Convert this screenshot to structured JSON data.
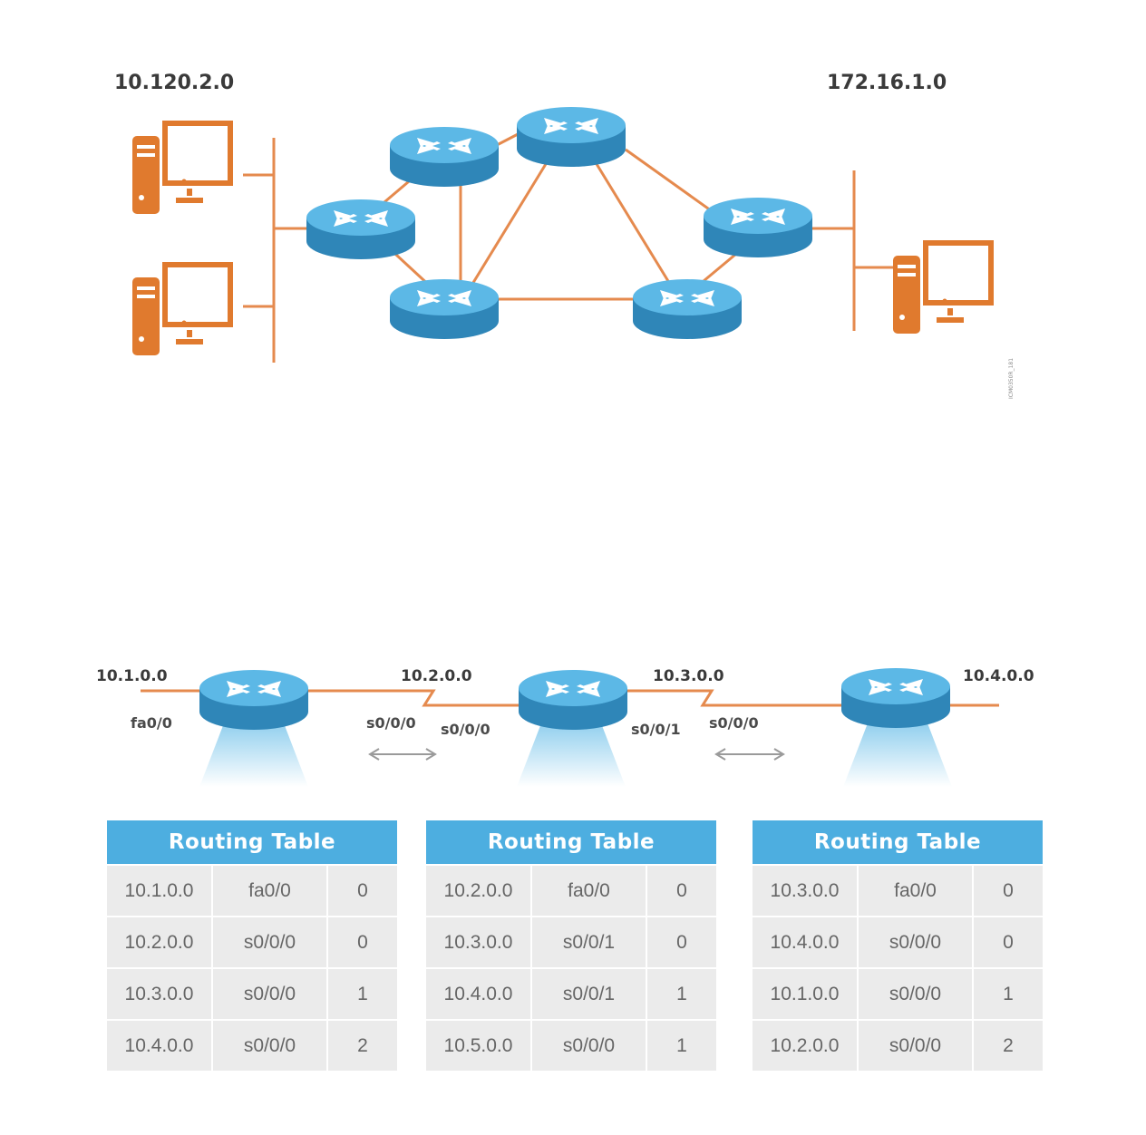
{
  "topology": {
    "left_network_label": "10.120.2.0",
    "right_network_label": "172.16.1.0",
    "figure_id": "ICM0350R_181",
    "routers": [
      "router",
      "router",
      "router",
      "router",
      "router",
      "router"
    ],
    "hosts": [
      "pc",
      "pc",
      "pc"
    ]
  },
  "chain": {
    "network_labels": [
      "10.1.0.0",
      "10.2.0.0",
      "10.3.0.0",
      "10.4.0.0"
    ],
    "interface_labels": [
      "fa0/0",
      "s0/0/0",
      "s0/0/0",
      "s0/0/1",
      "s0/0/0"
    ]
  },
  "routing_tables": [
    {
      "title": "Routing Table",
      "rows": [
        {
          "network": "10.1.0.0",
          "interface": "fa0/0",
          "hops": "0"
        },
        {
          "network": "10.2.0.0",
          "interface": "s0/0/0",
          "hops": "0"
        },
        {
          "network": "10.3.0.0",
          "interface": "s0/0/0",
          "hops": "1"
        },
        {
          "network": "10.4.0.0",
          "interface": "s0/0/0",
          "hops": "2"
        }
      ]
    },
    {
      "title": "Routing Table",
      "rows": [
        {
          "network": "10.2.0.0",
          "interface": "fa0/0",
          "hops": "0"
        },
        {
          "network": "10.3.0.0",
          "interface": "s0/0/1",
          "hops": "0"
        },
        {
          "network": "10.4.0.0",
          "interface": "s0/0/1",
          "hops": "1"
        },
        {
          "network": "10.5.0.0",
          "interface": "s0/0/0",
          "hops": "1"
        }
      ]
    },
    {
      "title": "Routing Table",
      "rows": [
        {
          "network": "10.3.0.0",
          "interface": "fa0/0",
          "hops": "0"
        },
        {
          "network": "10.4.0.0",
          "interface": "s0/0/0",
          "hops": "0"
        },
        {
          "network": "10.1.0.0",
          "interface": "s0/0/0",
          "hops": "1"
        },
        {
          "network": "10.2.0.0",
          "interface": "s0/0/0",
          "hops": "2"
        }
      ]
    }
  ],
  "colors": {
    "router_top": "#5cb8e6",
    "router_side": "#2f86b8",
    "link": "#e58a4e",
    "host": "#e07a2e",
    "table_header": "#4daee0",
    "table_row": "#ebebeb"
  }
}
